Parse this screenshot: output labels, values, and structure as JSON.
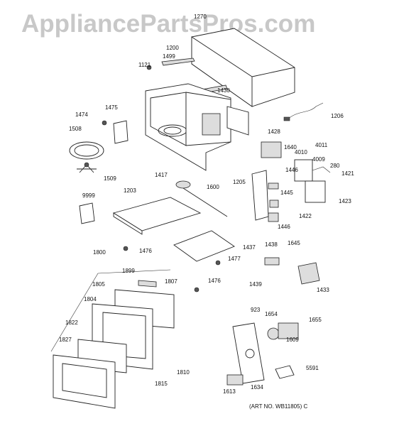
{
  "watermark": "AppliancePartsPros.com",
  "art_number": "(ART NO. WB11805) C",
  "parts": {
    "p1270": "1270",
    "p1200": "1200",
    "p1499": "1499",
    "p1121": "1121",
    "p1430": "1430",
    "p1474": "1474",
    "p1475": "1475",
    "p1508": "1508",
    "p1509": "1509",
    "p1206": "1206",
    "p1428": "1428",
    "p4011": "4011",
    "p1640": "1640",
    "p4010": "4010",
    "p4009": "4009",
    "p280": "280",
    "p1421": "1421",
    "p1417": "1417",
    "p1205": "1205",
    "p1446a": "1446",
    "p1600": "1600",
    "p1445": "1445",
    "p1423": "1423",
    "p9999": "9999",
    "p1203": "1203",
    "p1422": "1422",
    "p1446b": "1446",
    "p1476a": "1476",
    "p1437": "1437",
    "p1438": "1438",
    "p1645": "1645",
    "p1477": "1477",
    "p1800": "1800",
    "p1899": "1899",
    "p1439": "1439",
    "p1433": "1433",
    "p1805": "1805",
    "p1807": "1807",
    "p1476b": "1476",
    "p1804": "1804",
    "p923": "923",
    "p1654": "1654",
    "p1655": "1655",
    "p1822": "1822",
    "p1609": "1609",
    "p1827": "1827",
    "p5591": "5591",
    "p1810": "1810",
    "p1815": "1815",
    "p1613": "1613",
    "p1634": "1634"
  }
}
